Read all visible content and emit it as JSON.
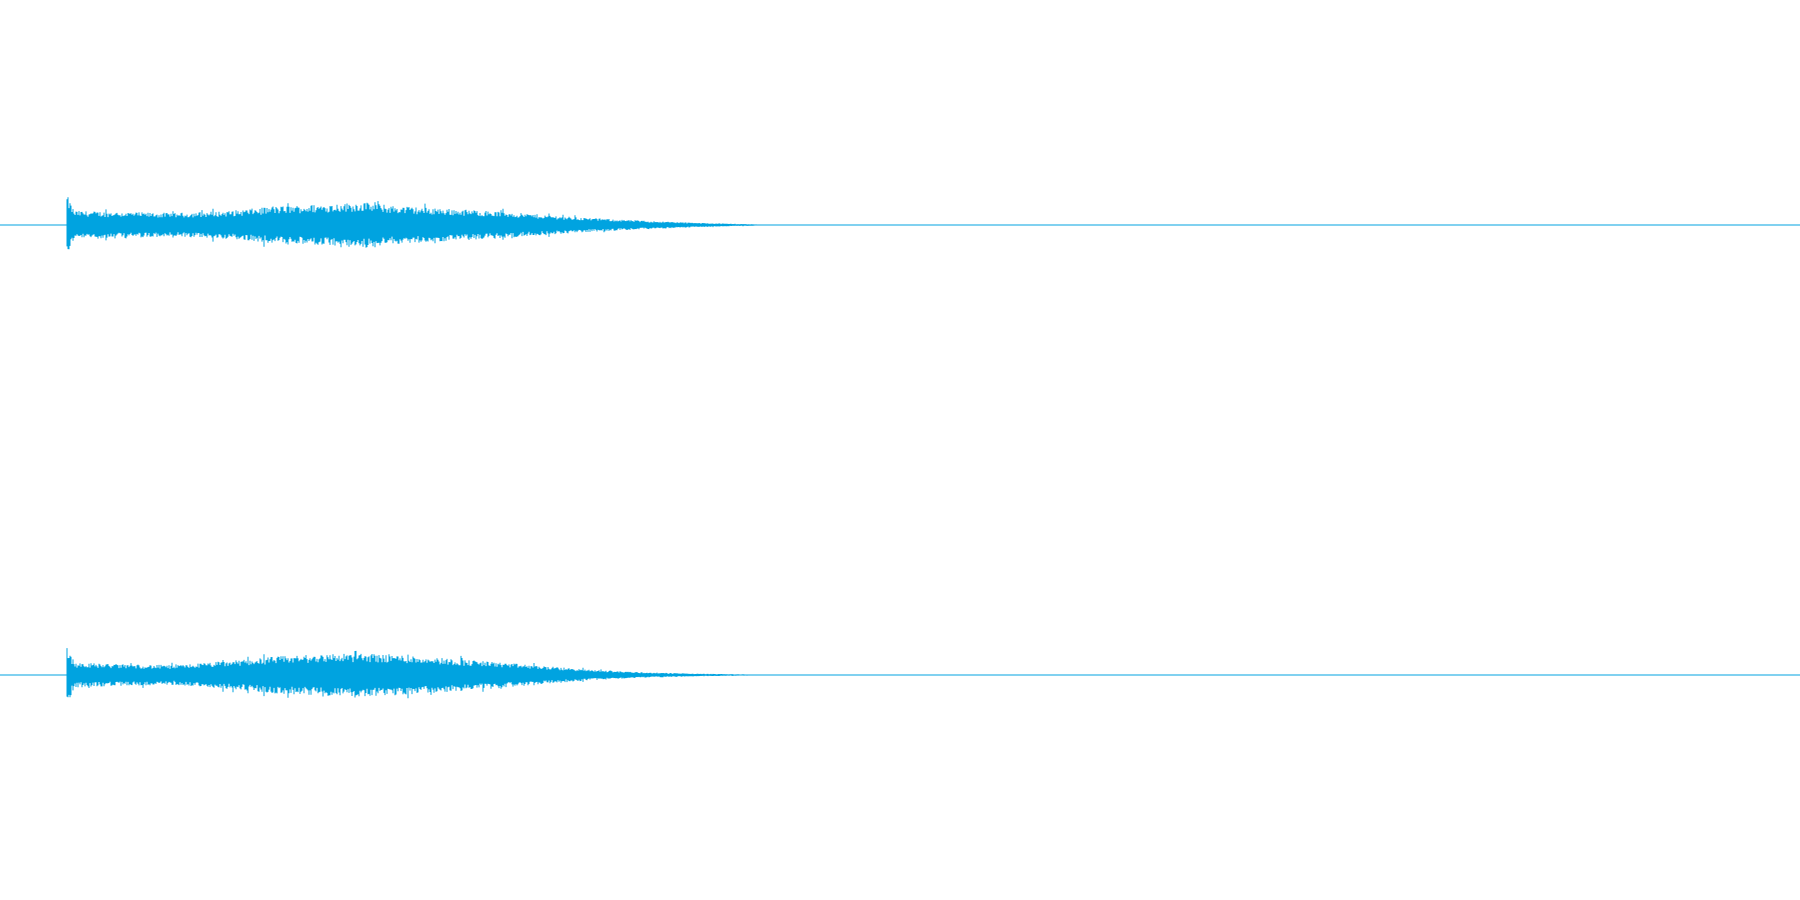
{
  "chart_data": {
    "type": "area",
    "description_free": true,
    "color": "#00a3e0",
    "channels": [
      {
        "onset": 0.0,
        "decay_end": 0.39,
        "envelope": [
          [
            0.0,
            0.55
          ],
          [
            0.004,
            0.26
          ],
          [
            0.03,
            0.24
          ],
          [
            0.06,
            0.22
          ],
          [
            0.09,
            0.26
          ],
          [
            0.115,
            0.34
          ],
          [
            0.14,
            0.38
          ],
          [
            0.165,
            0.42
          ],
          [
            0.18,
            0.36
          ],
          [
            0.2,
            0.32
          ],
          [
            0.23,
            0.27
          ],
          [
            0.26,
            0.2
          ],
          [
            0.29,
            0.13
          ],
          [
            0.32,
            0.08
          ],
          [
            0.35,
            0.04
          ],
          [
            0.38,
            0.015
          ],
          [
            0.39,
            0.005
          ],
          [
            1.0,
            0.0
          ]
        ],
        "y_range": [
          -1,
          1
        ]
      },
      {
        "onset": 0.0,
        "decay_end": 0.39,
        "envelope": [
          [
            0.0,
            0.55
          ],
          [
            0.004,
            0.23
          ],
          [
            0.03,
            0.2
          ],
          [
            0.06,
            0.18
          ],
          [
            0.09,
            0.26
          ],
          [
            0.115,
            0.34
          ],
          [
            0.14,
            0.38
          ],
          [
            0.165,
            0.4
          ],
          [
            0.18,
            0.38
          ],
          [
            0.2,
            0.34
          ],
          [
            0.23,
            0.26
          ],
          [
            0.26,
            0.18
          ],
          [
            0.29,
            0.1
          ],
          [
            0.32,
            0.05
          ],
          [
            0.35,
            0.025
          ],
          [
            0.38,
            0.01
          ],
          [
            0.39,
            0.004
          ],
          [
            1.0,
            0.0
          ]
        ],
        "y_range": [
          -1,
          1
        ]
      }
    ],
    "x_range": [
      0,
      1
    ],
    "grid": false,
    "legend": "none"
  }
}
